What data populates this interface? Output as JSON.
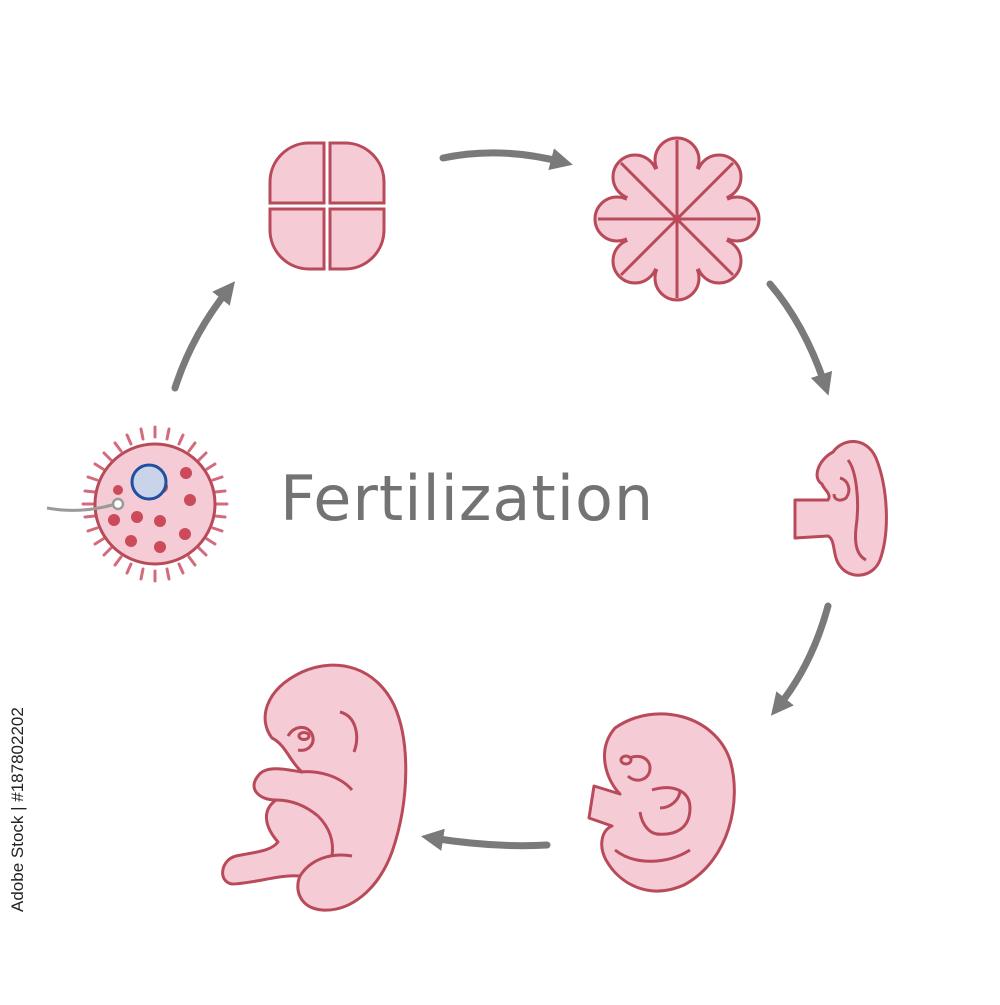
{
  "title": "Fertilization",
  "stock_id": "187802202",
  "stock_prefix": "Adobe Stock | #",
  "colors": {
    "fill": "#f5ccd6",
    "stroke": "#b94a5a",
    "nucleus_fill": "#c9d4ea",
    "nucleus_stroke": "#1f4fa0",
    "arrow": "#7a7a7a",
    "title": "#737373"
  },
  "stages": [
    {
      "icon": "zygote-icon"
    },
    {
      "icon": "four-cell-icon"
    },
    {
      "icon": "eight-cell-icon"
    },
    {
      "icon": "early-embryo-icon"
    },
    {
      "icon": "curled-embryo-icon"
    },
    {
      "icon": "fetus-icon"
    }
  ]
}
